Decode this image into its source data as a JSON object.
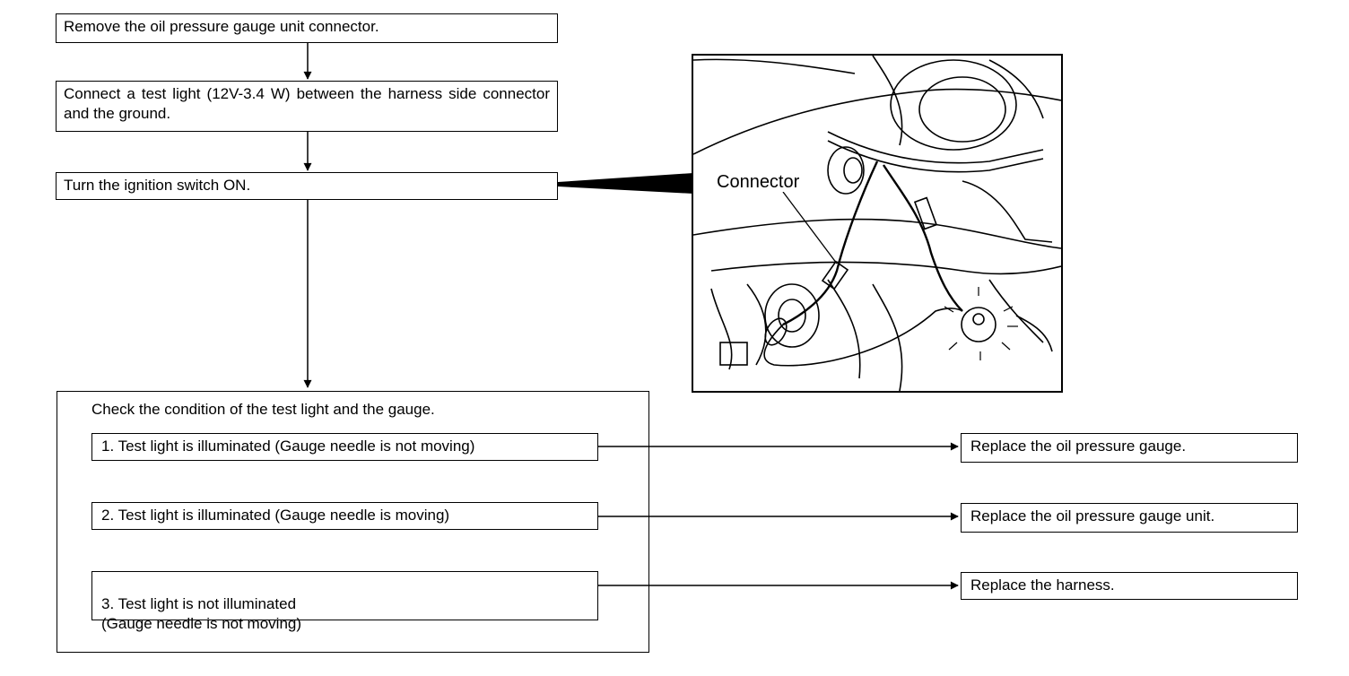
{
  "steps": {
    "step1": "Remove the oil pressure gauge unit connector.",
    "step2": "Connect a test light (12V-3.4 W) between the harness side connector and the ground.",
    "step3": "Turn the ignition switch ON."
  },
  "illustration": {
    "connector_label": "Connector"
  },
  "check": {
    "title": "Check the condition of the test light and the gauge.",
    "conditions": [
      {
        "text": "1.  Test light is illuminated (Gauge needle is not moving)"
      },
      {
        "text": "2.  Test light is illuminated (Gauge needle is moving)"
      },
      {
        "text": "3.  Test light is not illuminated\n     (Gauge needle is not moving)"
      }
    ]
  },
  "results": [
    "Replace the oil pressure gauge.",
    "Replace the oil pressure gauge unit.",
    "Replace the harness."
  ]
}
